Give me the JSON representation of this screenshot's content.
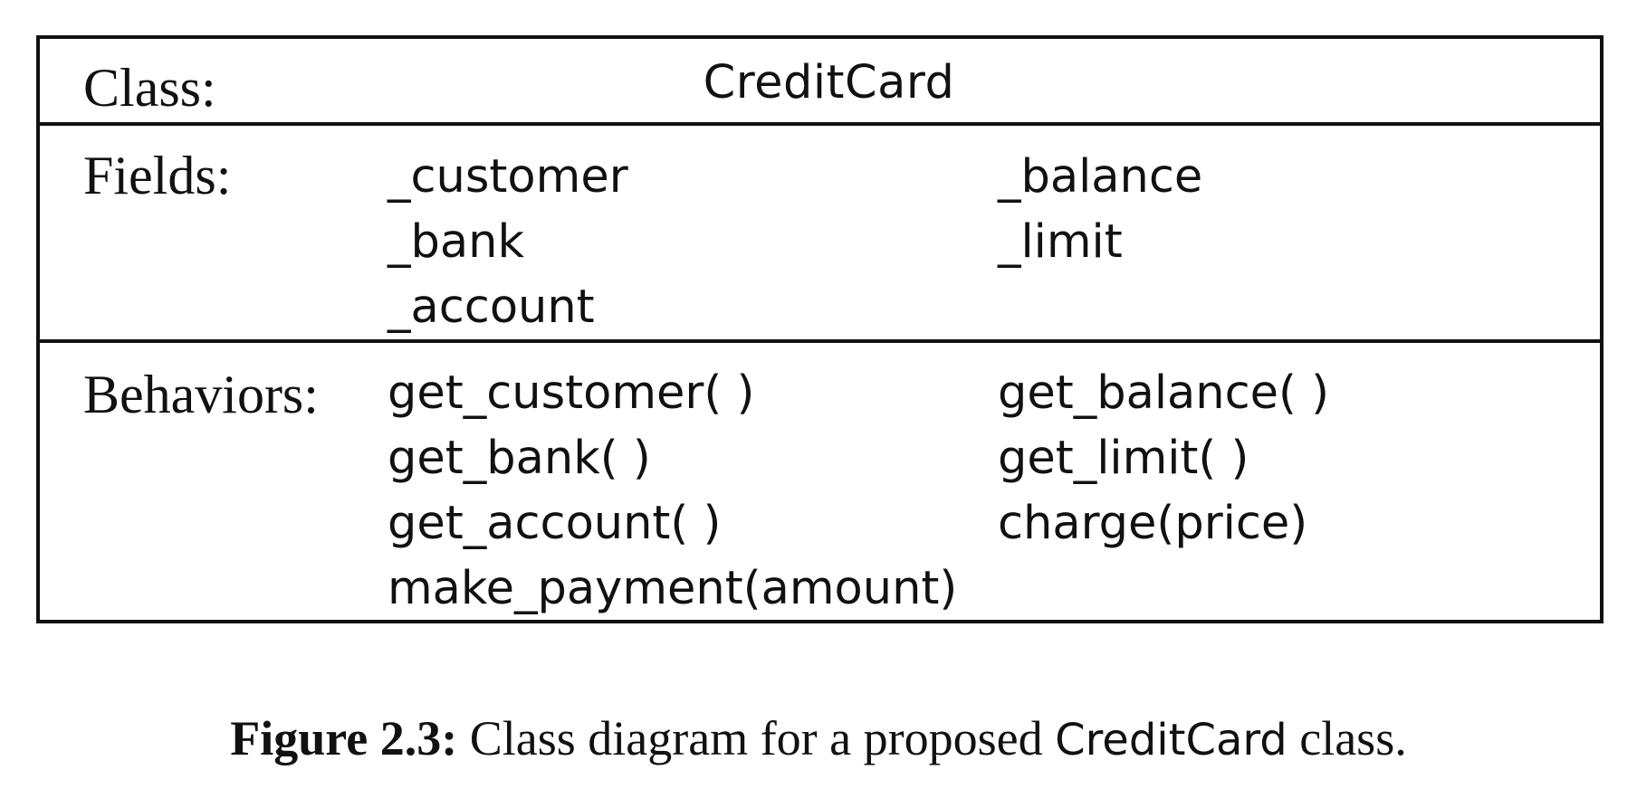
{
  "diagram": {
    "class_row": {
      "label": "Class:",
      "class_name": "CreditCard"
    },
    "fields_row": {
      "label": "Fields:",
      "left_column": [
        "_customer",
        "_bank",
        "_account"
      ],
      "right_column": [
        "_balance",
        "_limit"
      ]
    },
    "behaviors_row": {
      "label": "Behaviors:",
      "left_column": [
        "get_customer( )",
        "get_bank( )",
        "get_account( )",
        "make_payment(amount)"
      ],
      "right_column": [
        "get_balance( )",
        "get_limit( )",
        "charge(price)"
      ]
    }
  },
  "caption": {
    "label": "Figure 2.3:",
    "text_before": " Class diagram for a proposed ",
    "code": "CreditCard",
    "text_after": " class."
  }
}
